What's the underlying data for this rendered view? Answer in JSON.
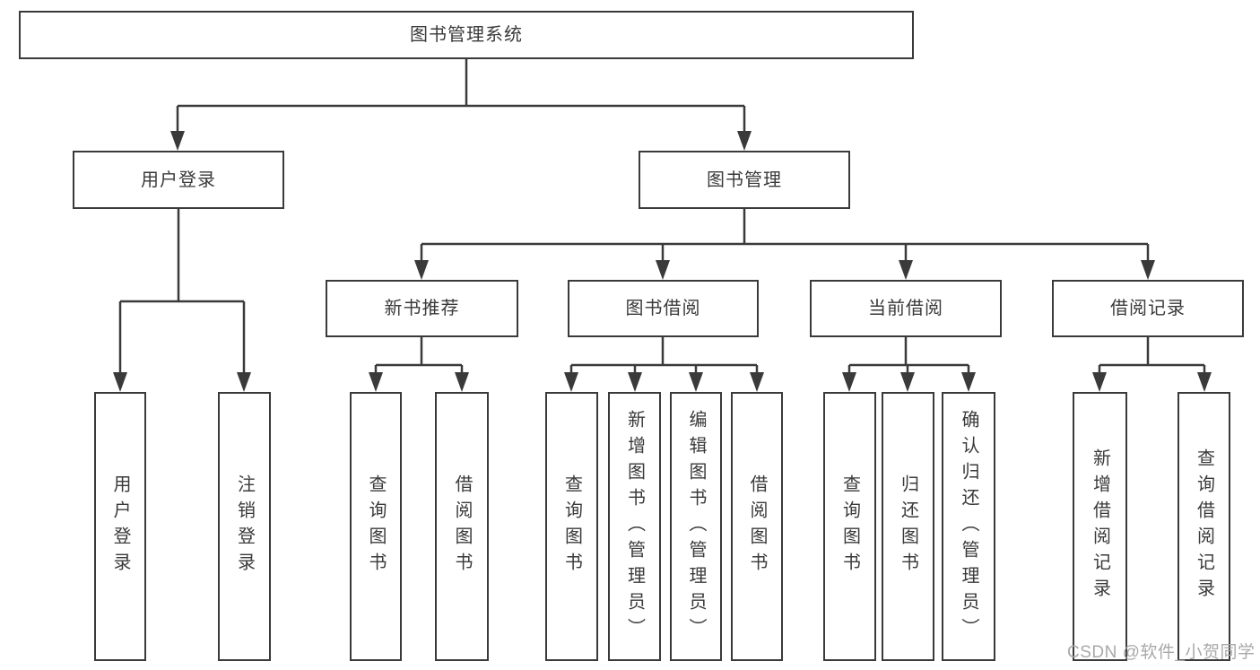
{
  "colors": {
    "line": "#3a3a3a",
    "text": "#3a3a3a",
    "watermark": "#a9a9a9",
    "background": "#ffffff"
  },
  "watermark": "CSDN @软件_小贺同学",
  "tree": {
    "root": "图书管理系统",
    "children": [
      {
        "label": "用户登录",
        "children": [
          {
            "label": "用户登录"
          },
          {
            "label": "注销登录"
          }
        ]
      },
      {
        "label": "图书管理",
        "children": [
          {
            "label": "新书推荐",
            "children": [
              {
                "label": "查询图书"
              },
              {
                "label": "借阅图书"
              }
            ]
          },
          {
            "label": "图书借阅",
            "children": [
              {
                "label": "查询图书"
              },
              {
                "label": "新增图书（管理员）"
              },
              {
                "label": "编辑图书（管理员）"
              },
              {
                "label": "借阅图书"
              }
            ]
          },
          {
            "label": "当前借阅",
            "children": [
              {
                "label": "查询图书"
              },
              {
                "label": "归还图书"
              },
              {
                "label": "确认归还（管理员）"
              }
            ]
          },
          {
            "label": "借阅记录",
            "children": [
              {
                "label": "新增借阅记录"
              },
              {
                "label": "查询借阅记录"
              }
            ]
          }
        ]
      }
    ]
  }
}
